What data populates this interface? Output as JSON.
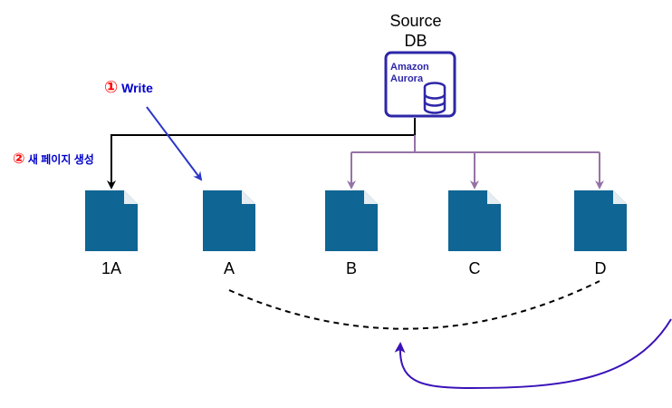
{
  "source": {
    "line1": "Source",
    "line2": "DB",
    "logo_line1": "Amazon",
    "logo_line2": "Aurora"
  },
  "step1": {
    "number": "①",
    "label": "Write"
  },
  "step2": {
    "number": "②",
    "label": "새 페이지 생성"
  },
  "documents": [
    {
      "id": "1A",
      "label": "1A"
    },
    {
      "id": "A",
      "label": "A"
    },
    {
      "id": "B",
      "label": "B"
    },
    {
      "id": "C",
      "label": "C"
    },
    {
      "id": "D",
      "label": "D"
    }
  ],
  "colors": {
    "document_fill": "#0f6593",
    "document_fold": "#e6edf2",
    "black_line": "#000000",
    "purple_line": "#9673a6",
    "blue_arrow": "#2b36c8",
    "curve": "#3a12b8",
    "aurora": "#2e27a8"
  }
}
